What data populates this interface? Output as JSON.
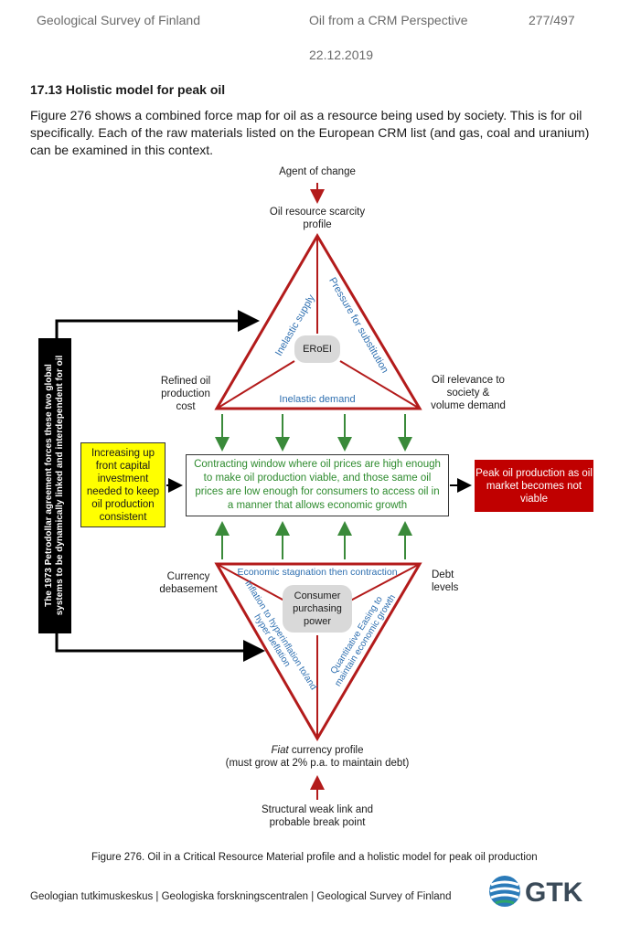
{
  "header": {
    "org": "Geological Survey of Finland",
    "title": "Oil from a CRM Perspective",
    "page": "277/497",
    "date": "22.12.2019"
  },
  "section": {
    "title": "17.13 Holistic model for peak oil",
    "intro": "Figure 276 shows a combined force map for oil as a resource being used by society.  This is for oil specifically.  Each of the raw materials listed on the European CRM list (and gas, coal and uranium) can be examined in this context."
  },
  "diagram": {
    "agent_of_change": "Agent of change",
    "scarcity_line1": "Oil resource scarcity",
    "scarcity_line2": "profile",
    "refined_line1": "Refined oil",
    "refined_line2": "production",
    "refined_line3": "cost",
    "relevance_line1": "Oil relevance to",
    "relevance_line2": "society &",
    "relevance_line3": "volume demand",
    "inelastic_supply": "Inelastic supply",
    "pressure_substitution": "Pressure for substitution",
    "eroei": "ERoEI",
    "inelastic_demand": "Inelastic demand",
    "yellow_box": "Increasing up front capital investment needed to keep oil production consistent",
    "window_text": "Contracting window where oil prices are high enough to make oil production viable, and those same oil prices are low enough for consumers to access oil in a manner that allows economic growth",
    "red_box": "Peak oil production as oil market becomes not viable",
    "black_bar": "The 1973 Petrodollar agreement forces these two global systems to be dynamically linked and interdependent for oil",
    "currency_line1": "Currency",
    "currency_line2": "debasement",
    "debt_line1": "Debt",
    "debt_line2": "levels",
    "economic_stagnation": "Economic stagnation then contraction",
    "consumer_power": "Consumer purchasing power",
    "inflation": "Inflation to hyperinflation to/and hyper deflation",
    "quantitative": "Quantitative Easing to maintain economic growth",
    "fiat_em": "Fiat",
    "fiat_rest": " currency profile",
    "fiat_line2": "(must grow at 2% p.a. to maintain debt)",
    "weak_line1": "Structural weak link and",
    "weak_line2": "probable break point"
  },
  "caption": "Figure 276. Oil in a Critical Resource Material profile and a holistic model for peak oil production",
  "footer": "Geologian tutkimuskeskus  |  Geologiska forskningscentralen  |  Geological Survey of Finland",
  "logo": {
    "text": "GTK",
    "icon": "gtk-globe-icon"
  },
  "colors": {
    "triangle": "#b31b1b",
    "green": "#2e8b2e",
    "blue": "#2e6fb0",
    "yellow": "#ffff00",
    "red_box": "#c00000"
  }
}
